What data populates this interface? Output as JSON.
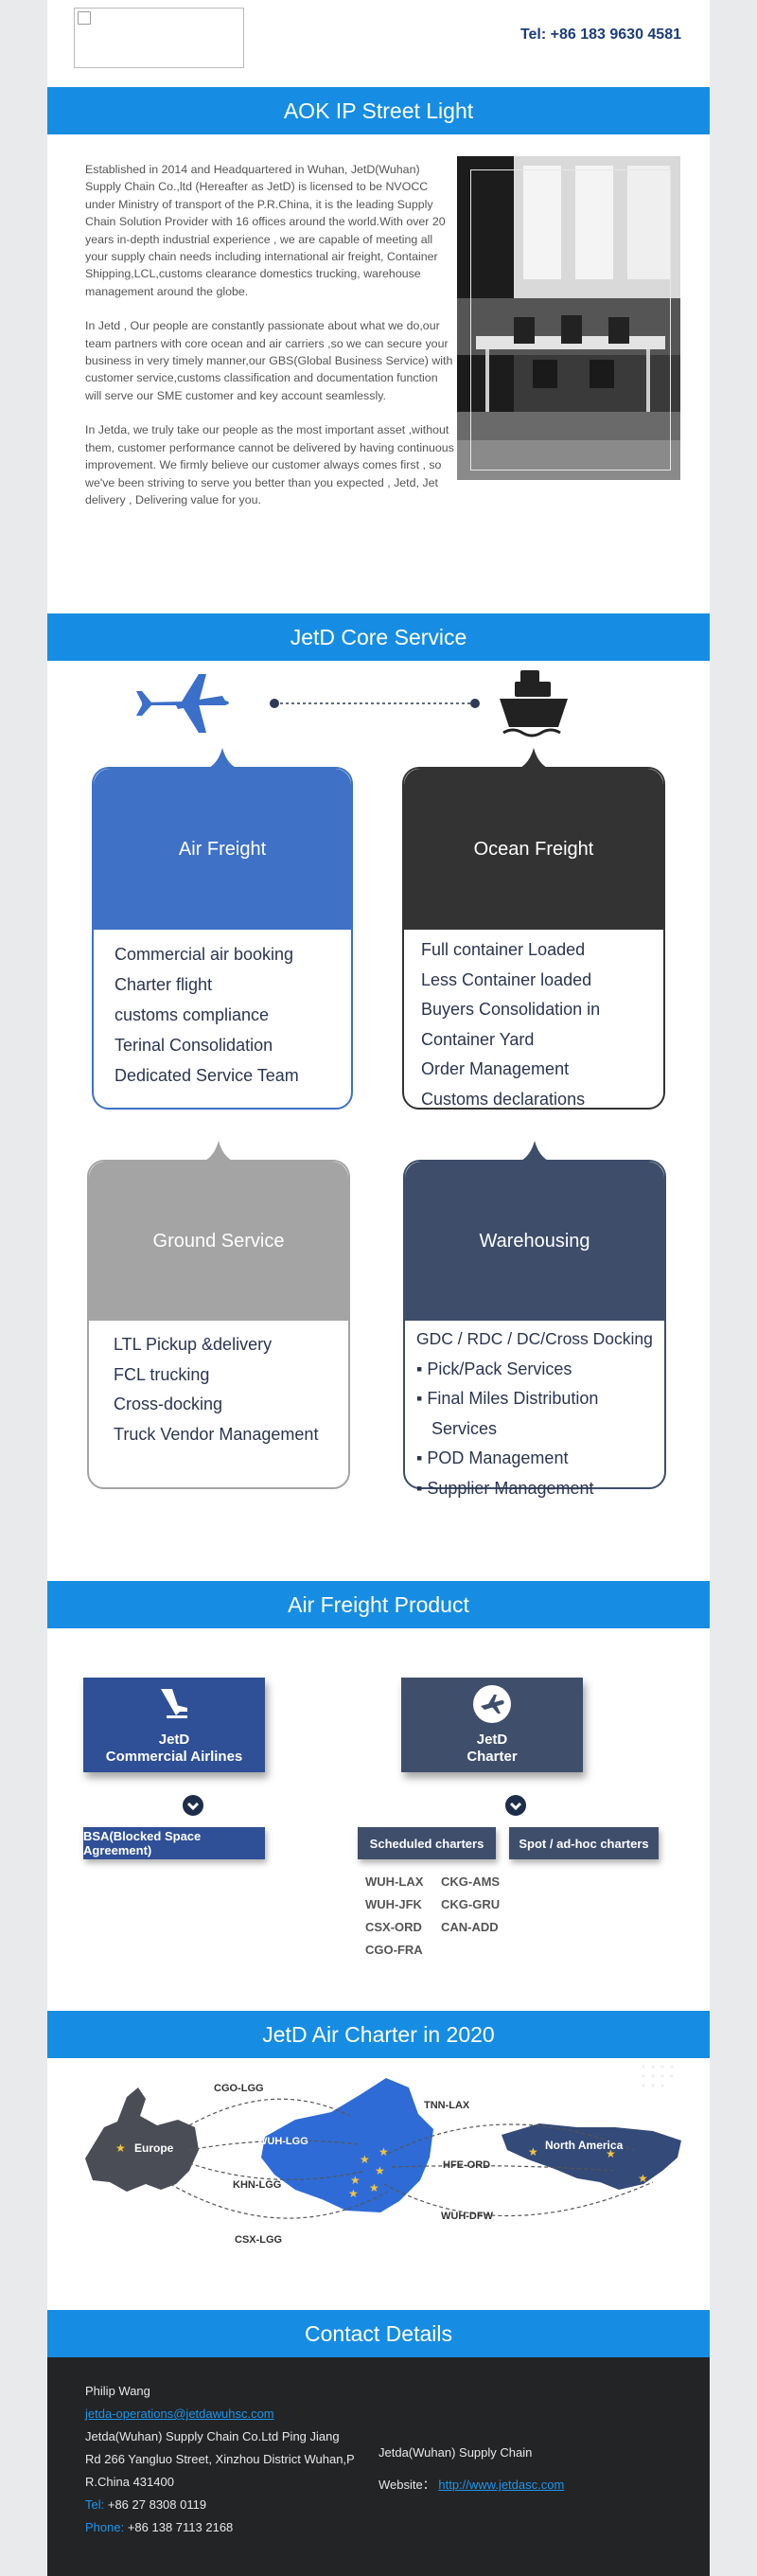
{
  "header": {
    "phone": "Tel: +86 183 9630 4581"
  },
  "banners": {
    "title": "AOK IP Street Light",
    "core": "JetD Core Service",
    "product": "Air Freight Product",
    "charter": "JetD Air Charter in 2020",
    "contact": "Contact Details"
  },
  "intro": {
    "p1": "Established in 2014 and Headquartered in Wuhan, JetD(Wuhan) Supply Chain Co.,ltd (Hereafter as JetD) is licensed to be NVOCC under Ministry of transport of the P.R.China, it is the leading Supply Chain Solution Provider with 16 offices around the world.With over 20 years in-depth industrial experience , we are capable of meeting all your supply chain needs including international air freight, Container Shipping,LCL,customs clearance domestics trucking, warehouse management around the globe.",
    "p2": "In Jetd , Our people are constantly passionate about what we do,our team partners with core ocean and air carriers ,so we can secure your business in very timely manner,our GBS(Global Business Service) with customer service,customs classification and documentation function will serve our SME customer and key account seamlessly.",
    "p3": "In Jetda, we truly take our people as the most important asset ,without them, customer performance cannot be delivered by having continuous improvement. We firmly believe our customer always comes first , so we've been striving to serve you better than you expected , Jetd, Jet delivery , Delivering value for you."
  },
  "services": {
    "air": {
      "title": "Air Freight",
      "items": [
        "Commercial air booking",
        "Charter flight",
        "customs compliance",
        "Terinal Consolidation",
        "Dedicated Service Team"
      ]
    },
    "ocean": {
      "title": "Ocean Freight",
      "items": [
        "Full container Loaded",
        "Less Container loaded",
        "Buyers Consolidation in",
        "Container Yard",
        "Order Management",
        "Customs declarations"
      ]
    },
    "ground": {
      "title": "Ground Service",
      "items": [
        "LTL Pickup &delivery",
        "FCL trucking",
        "Cross-docking",
        "Truck Vendor Management"
      ]
    },
    "warehouse": {
      "title": "Warehousing",
      "items": [
        "GDC / RDC / DC/Cross Docking",
        "▪ Pick/Pack Services",
        "▪ Final Miles Distribution",
        "Services",
        "▪ POD Management",
        "▪ Supplier Management"
      ]
    }
  },
  "products": {
    "commercial": {
      "line1": "JetD",
      "line2": "Commercial Airlines"
    },
    "charter": {
      "line1": "JetD",
      "line2": "Charter"
    },
    "bsa": "BSA(Blocked Space Agreement)",
    "scheduled": "Scheduled charters",
    "spot": "Spot  / ad-hoc charters",
    "routes_left": [
      "WUH-LAX",
      "WUH-JFK",
      "CSX-ORD",
      "CGO-FRA"
    ],
    "routes_right": [
      "CKG-AMS",
      "CKG-GRU",
      "CAN-ADD"
    ]
  },
  "map": {
    "europe": "Europe",
    "north_america": "North America",
    "routes": {
      "cgo_lgg": "CGO-LGG",
      "wuh_lgg": "WUH-LGG",
      "khn_lgg": "KHN-LGG",
      "csx_lgg": "CSX-LGG",
      "tnn_lax": "TNN-LAX",
      "hfe_ord": "HFE-ORD",
      "wuh_dfw": "WUH-DFW"
    },
    "colors": {
      "europe": "#4a4d55",
      "china": "#2f6bd6",
      "america": "#344a78"
    }
  },
  "contact": {
    "name": "Philip Wang",
    "email": "jetda-operations@jetdawuhsc.com",
    "addr1": "Jetda(Wuhan) Supply Chain Co.Ltd Ping Jiang",
    "addr2": "Rd 266 Yangluo Street, Xinzhou District Wuhan,P",
    "addr3": "R.China 431400",
    "tel_label": "Tel:",
    "tel": "+86 27 8308 0119",
    "phone_label": "Phone:",
    "phone": "+86 138 7113 2168",
    "company": "Jetda(Wuhan) Supply Chain",
    "website_label": "Website：",
    "website": "http://www.jetdasc.com"
  },
  "colors": {
    "banner": "#168de2",
    "air": "#3f71c6",
    "ocean": "#333333",
    "ground": "#a4a4a4",
    "warehouse": "#3d4d6a"
  }
}
